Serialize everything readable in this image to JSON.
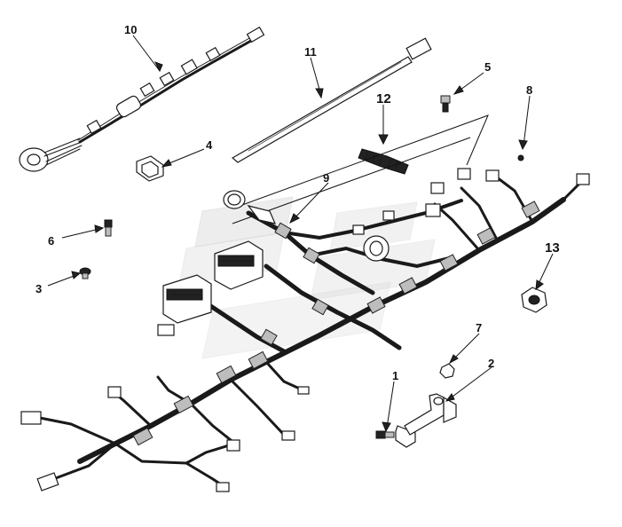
{
  "callouts": {
    "c1": "1",
    "c2": "2",
    "c3": "3",
    "c4": "4",
    "c5": "5",
    "c6": "6",
    "c7": "7",
    "c8": "8",
    "c9": "9",
    "c10": "10",
    "c11": "11",
    "c12": "12",
    "c13": "13"
  },
  "colors": {
    "ink": "#111111",
    "watermark": "#d9d9d9"
  }
}
